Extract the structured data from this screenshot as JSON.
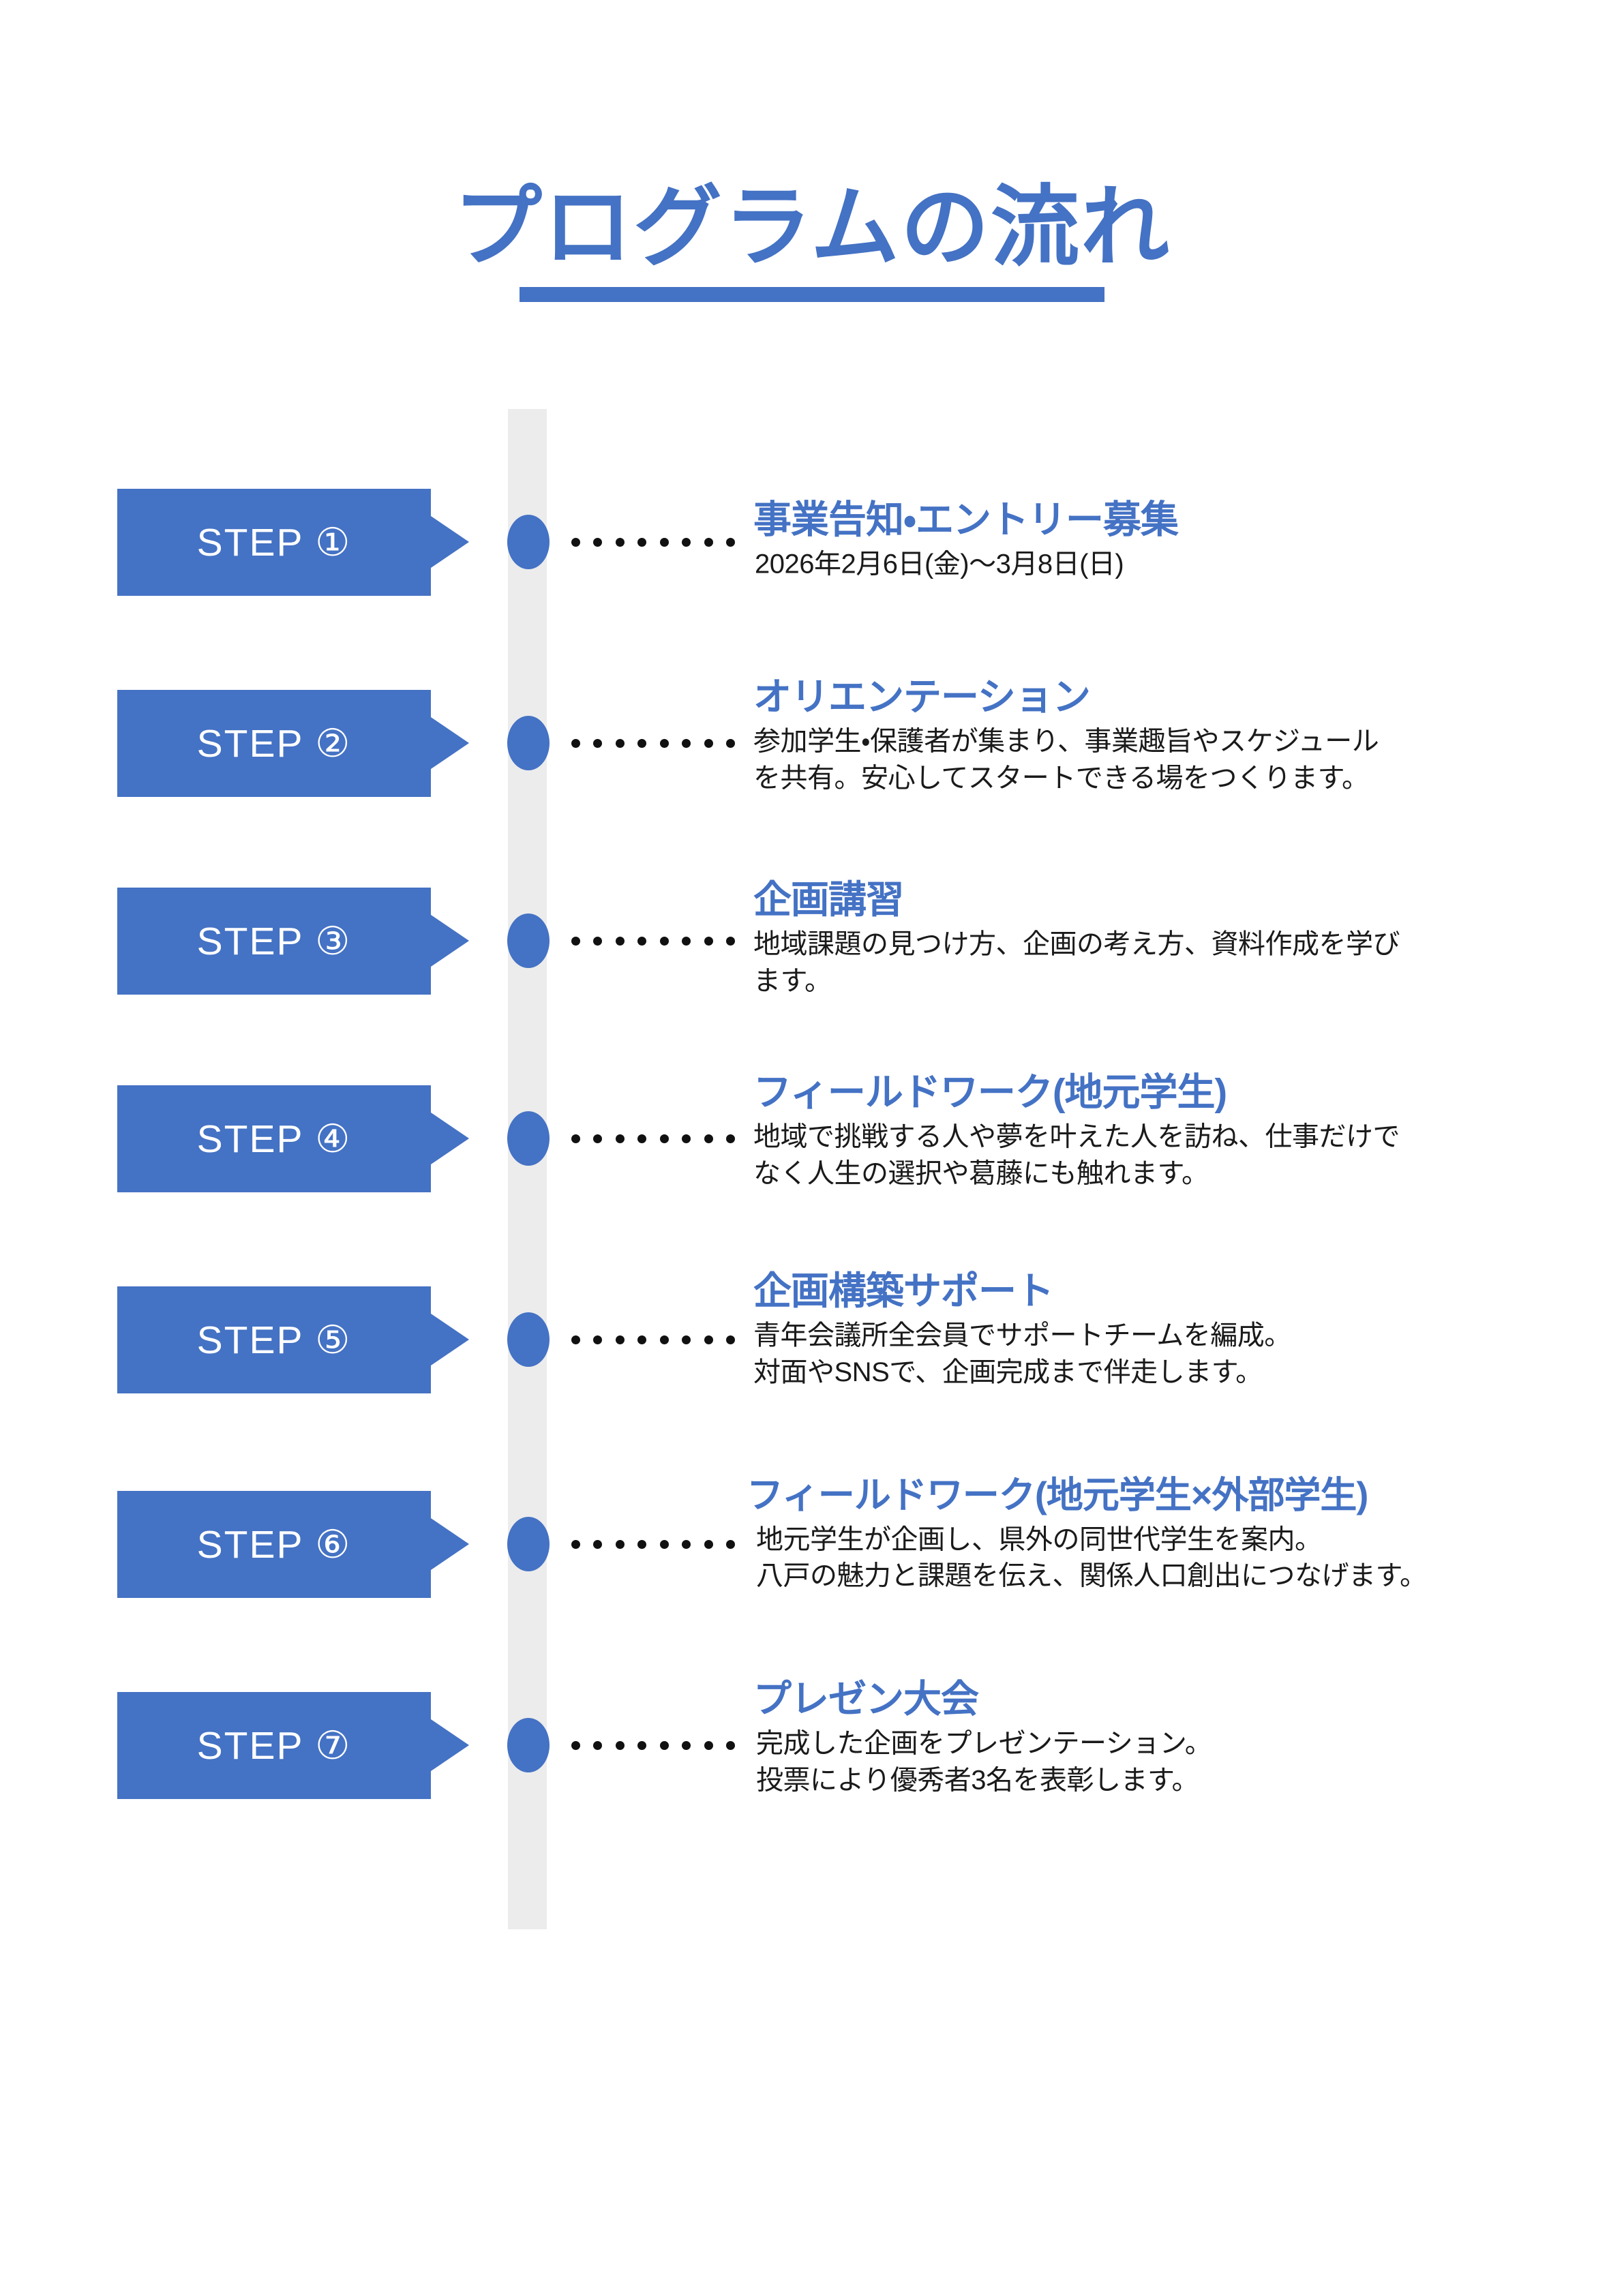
{
  "page": {
    "title": "プログラムの流れ",
    "accent_color": "#4472C4",
    "timeline_track_color": "#ECECEC",
    "body_text_color": "#1a1a1a",
    "dot_color": "#111111",
    "connector_dot_count": 8
  },
  "steps": [
    {
      "chip_label": "STEP ①",
      "heading": "事業告知・エントリー募集",
      "description": "2026年2月6日(金)〜3月8日(日)"
    },
    {
      "chip_label": "STEP ②",
      "heading": "オリエンテーション",
      "description": "参加学生・保護者が集まり、事業趣旨やスケジュール\nを共有。安心してスタートできる場をつくります。"
    },
    {
      "chip_label": "STEP ③",
      "heading": "企画講習",
      "description": "地域課題の見つけ方、企画の考え方、資料作成を学び\nます。"
    },
    {
      "chip_label": "STEP ④",
      "heading": "フィールドワーク(地元学生)",
      "description": "地域で挑戦する人や夢を叶えた人を訪ね、仕事だけで\nなく人生の選択や葛藤にも触れます。"
    },
    {
      "chip_label": "STEP ⑤",
      "heading": "企画構築サポート",
      "description": "青年会議所全会員でサポートチームを編成。\n対面やSNSで、企画完成まで伴走します。"
    },
    {
      "chip_label": "STEP ⑥",
      "heading": "フィールドワーク(地元学生×外部学生)",
      "description": "地元学生が企画し、県外の同世代学生を案内。\n八戸の魅力と課題を伝え、関係人口創出につなげます。"
    },
    {
      "chip_label": "STEP ⑦",
      "heading": "プレゼン大会",
      "description": "完成した企画をプレゼンテーション。\n投票により優秀者3名を表彰します。"
    }
  ]
}
